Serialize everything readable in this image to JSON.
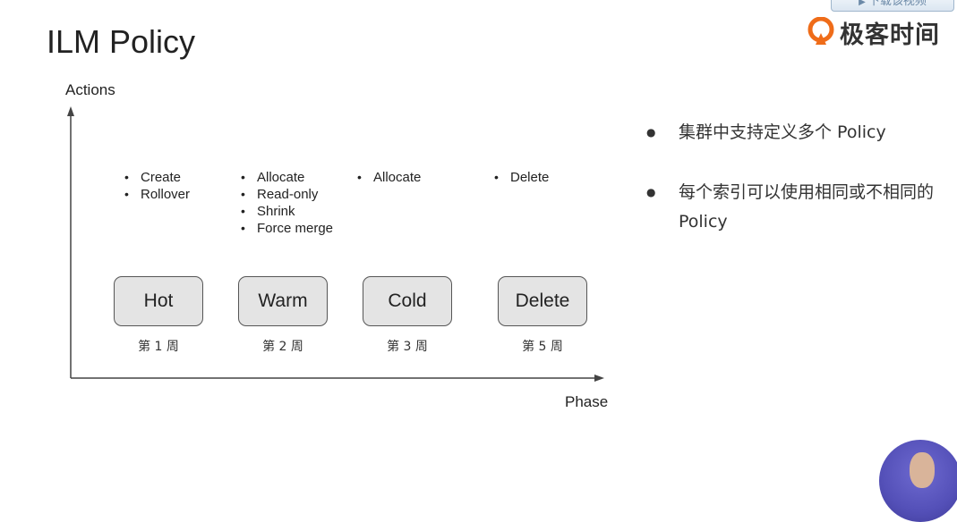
{
  "download_badge": "下载该视频",
  "brand": {
    "name": "极客时间",
    "mark_icon": "geektime-logo-icon",
    "accent_color": "#ef6c19"
  },
  "title": "ILM Policy",
  "diagram": {
    "y_axis_label": "Actions",
    "x_axis_label": "Phase",
    "phases": [
      {
        "name": "Hot",
        "week": "第 1 周",
        "actions": [
          "Create",
          "Rollover"
        ]
      },
      {
        "name": "Warm",
        "week": "第 2 周",
        "actions": [
          "Allocate",
          "Read-only",
          "Shrink",
          "Force merge"
        ]
      },
      {
        "name": "Cold",
        "week": "第 3 周",
        "actions": [
          "Allocate"
        ]
      },
      {
        "name": "Delete",
        "week": "第 5 周",
        "actions": [
          "Delete"
        ]
      }
    ]
  },
  "points": [
    "集群中支持定义多个 Policy",
    "每个索引可以使用相同或不相同的 Policy"
  ],
  "colors": {
    "box_fill": "#e4e4e4",
    "box_border": "#555555",
    "axis": "#444444"
  }
}
